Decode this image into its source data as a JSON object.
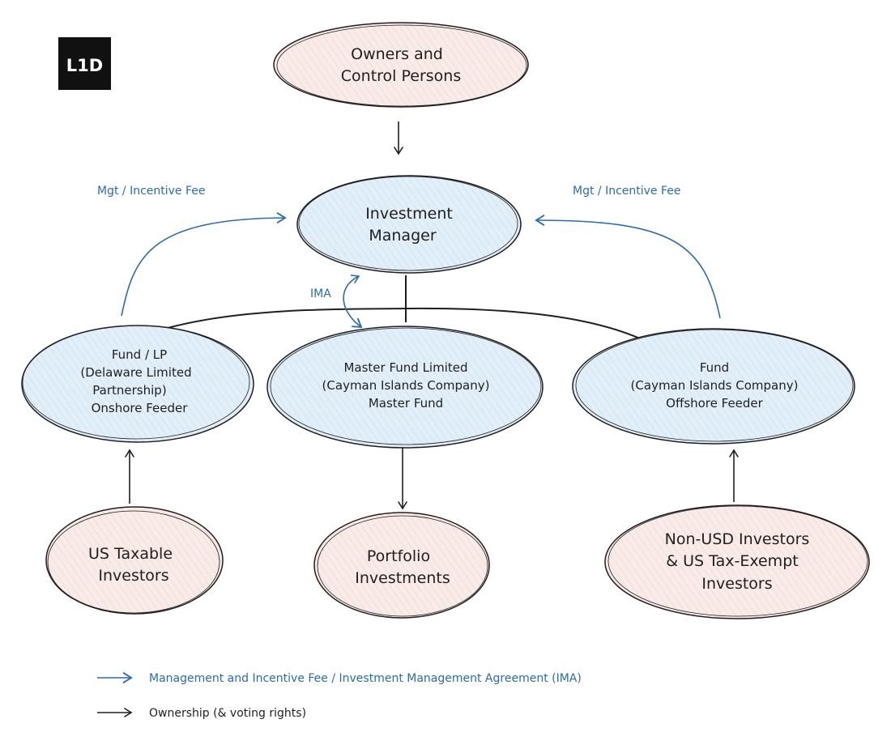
{
  "logo": {
    "text": "L1D"
  },
  "nodes": {
    "owners": {
      "lines": [
        "Owners and",
        "Control Persons"
      ]
    },
    "manager": {
      "lines": [
        "Investment",
        "Manager"
      ]
    },
    "onshore": {
      "lines": [
        "Fund / LP",
        "(Delaware Limited",
        "Partnership)",
        "Onshore Feeder"
      ]
    },
    "master": {
      "lines": [
        "Master Fund Limited",
        "(Cayman Islands Company)",
        "Master Fund"
      ]
    },
    "offshore": {
      "lines": [
        "Fund",
        "(Cayman Islands Company)",
        "Offshore Feeder"
      ]
    },
    "us_taxable": {
      "lines": [
        "US Taxable",
        "Investors"
      ]
    },
    "portfolio": {
      "lines": [
        "Portfolio",
        "Investments"
      ]
    },
    "non_usd": {
      "lines": [
        "Non-USD Investors",
        "& US Tax-Exempt",
        "Investors"
      ]
    }
  },
  "edge_labels": {
    "fee_left": "Mgt / Incentive Fee",
    "fee_right": "Mgt / Incentive Fee",
    "ima": "IMA"
  },
  "legend": {
    "blue_label": "Management and Incentive Fee / Investment Management Agreement (IMA)",
    "black_label": "Ownership (& voting rights)"
  },
  "colors": {
    "blue": "#2b6cb0",
    "black": "#1f1f1f",
    "node_fill_blue": "#e3eff8",
    "node_fill_pink": "#f9e9e6"
  }
}
